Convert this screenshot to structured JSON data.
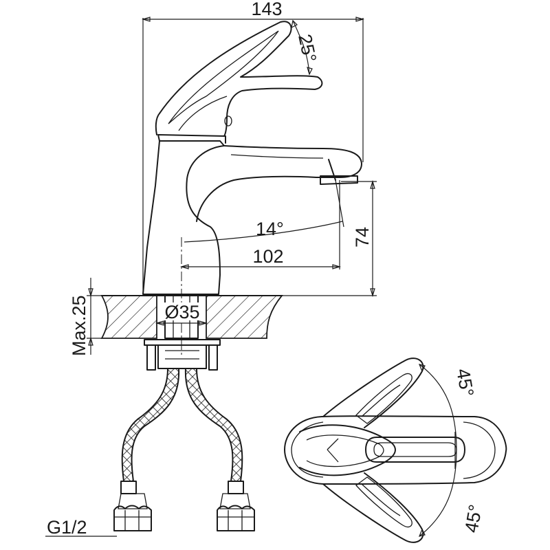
{
  "dimensions": {
    "width_total": "143",
    "lever_angle": "25°",
    "spout_angle": "14°",
    "spout_reach": "102",
    "spout_height": "74",
    "deck_thickness": "Max.25",
    "hole_diameter": "Ø35",
    "thread": "G1/2",
    "top_view_angle_upper": "45°",
    "top_view_angle_lower": "45°"
  },
  "colors": {
    "line": "#1a1a1a",
    "background": "#ffffff"
  }
}
